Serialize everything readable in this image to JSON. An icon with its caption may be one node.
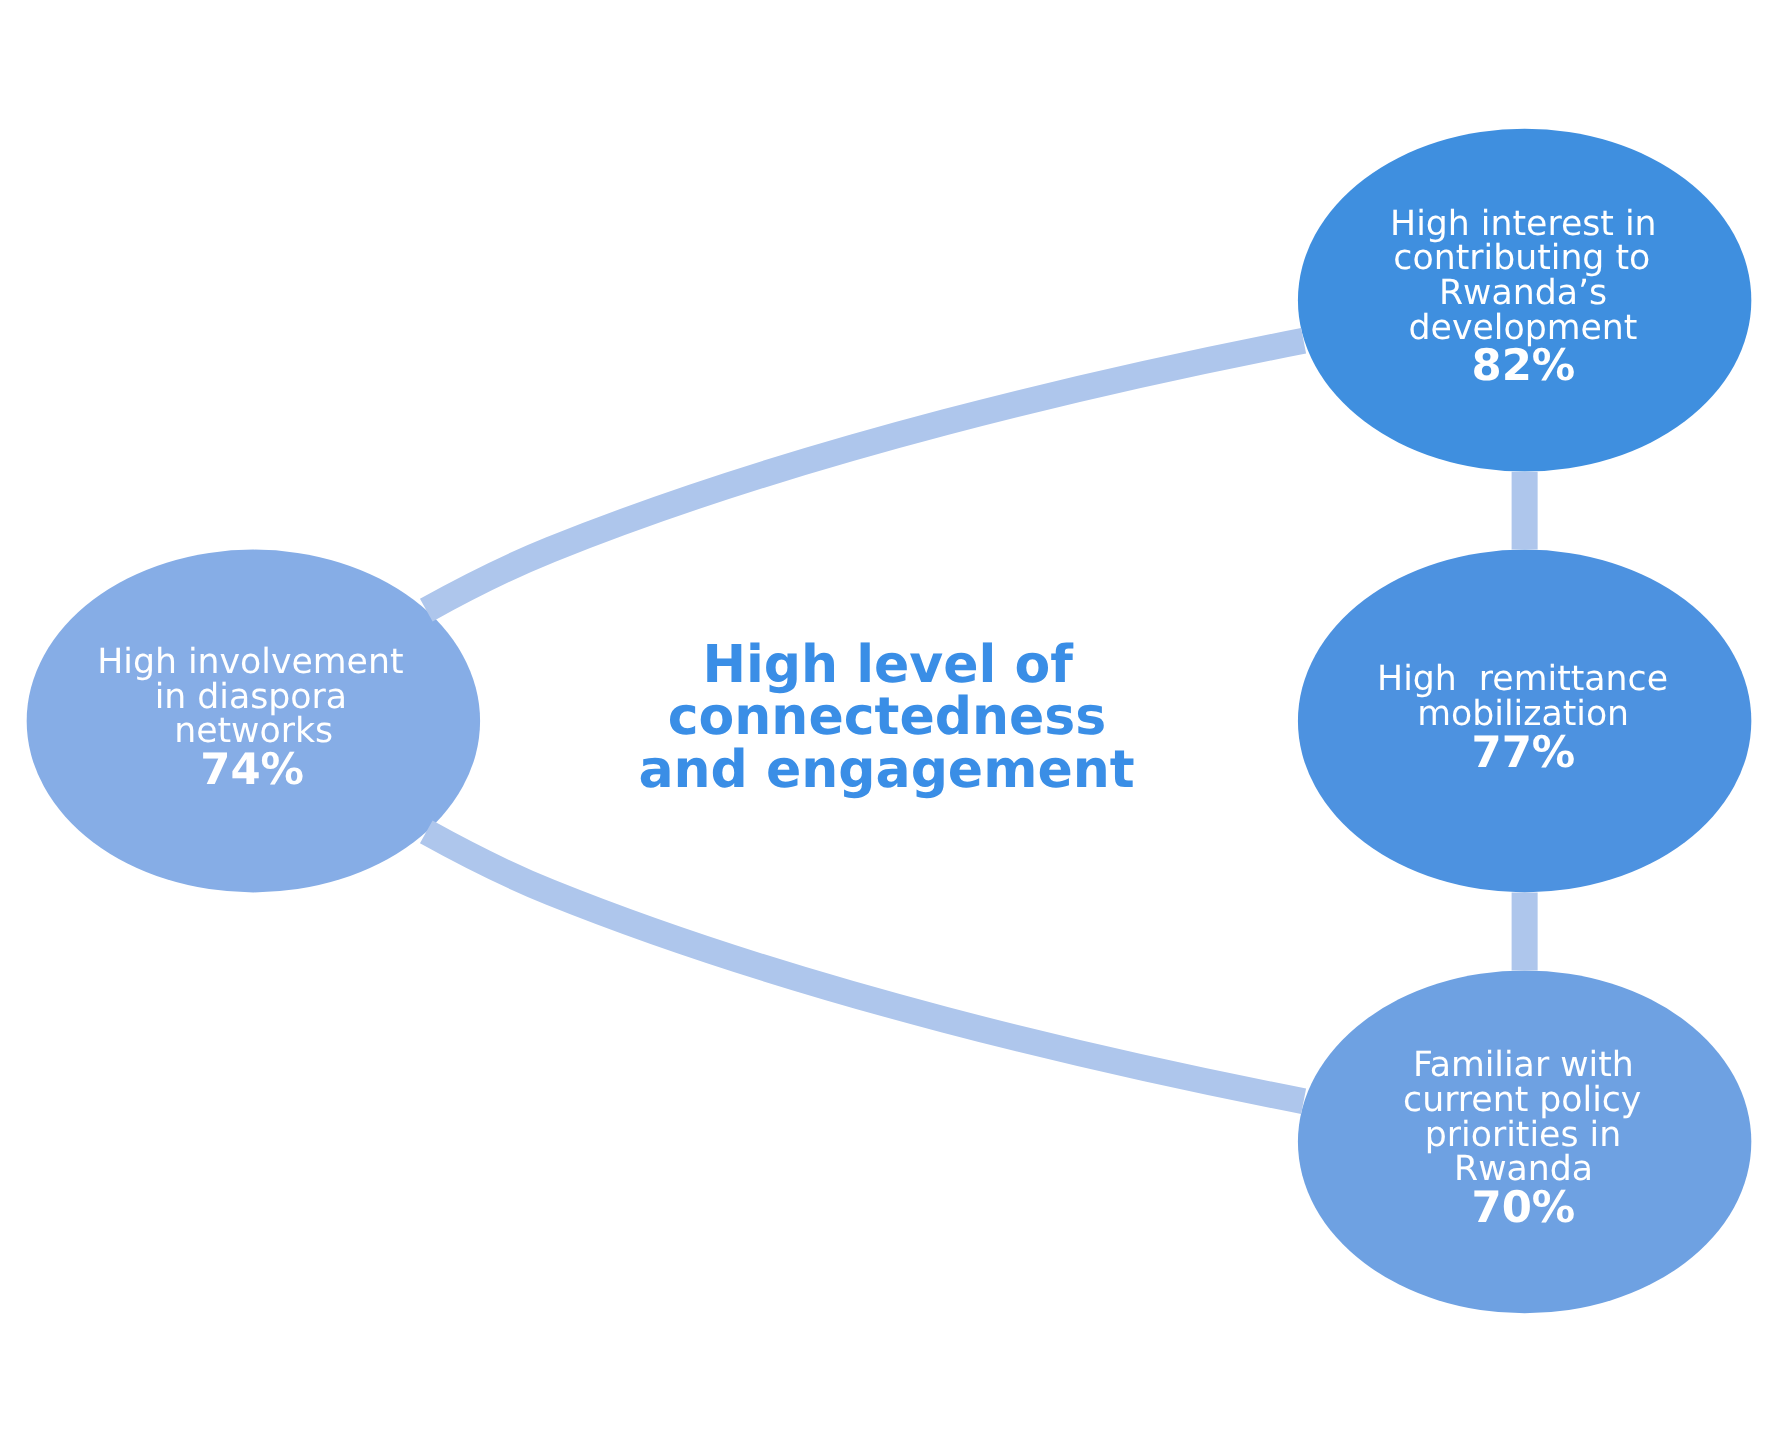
{
  "diagram": {
    "nodes": [
      {
        "text": [
          "High interest in contributing to Rwanda’s development",
          "82%"
        ]
      },
      {
        "text": [
          "High  remittance mobilization",
          "77%"
        ]
      },
      {
        "text": [
          "Familiar with current policy priorities in Rwanda",
          "70%"
        ]
      },
      {
        "text": [
          "High involvement in diaspora networks",
          "74%"
        ]
      }
    ],
    "edges": [
      {
        "from": 0,
        "to": 1,
        "arrow": "none"
      },
      {
        "from": 1,
        "to": 2,
        "arrow": "none"
      },
      {
        "from": 2,
        "to": 3,
        "arrow": "none"
      },
      {
        "from": 3,
        "to": 0,
        "arrow": "none"
      }
    ],
    "labels": [
      "High level of connectedness and engagement"
    ]
  }
}
